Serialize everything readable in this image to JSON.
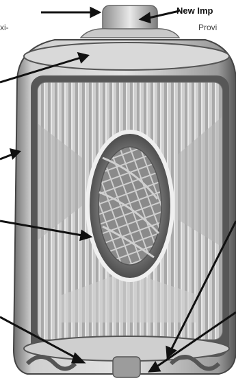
{
  "labels": {
    "new_label": "New Imp",
    "sub_label": "Provi",
    "left_fragment": "xi-"
  },
  "colors": {
    "background": "#ffffff",
    "metal": "#bdbdbd",
    "shadow": "#5a5a5a",
    "arrow": "#111111"
  },
  "icons": [
    "arrow-icon"
  ]
}
